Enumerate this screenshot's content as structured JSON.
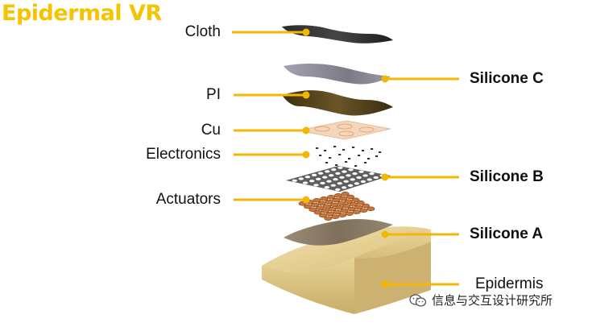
{
  "title": "Epidermal VR",
  "labels_left": {
    "cloth": "Cloth",
    "pi": "PI",
    "cu": "Cu",
    "electronics": "Electronics",
    "actuators": "Actuators"
  },
  "labels_right": {
    "silicone_c": "Silicone C",
    "silicone_b": "Silicone B",
    "silicone_a": "Silicone A",
    "epidermis": "Epidermis"
  },
  "watermark": {
    "text": "信息与交互设计研究所",
    "icon": "wechat-icon"
  },
  "colors": {
    "accent": "#F5C400",
    "leader": "#F2B705",
    "cloth": "#2b2b2b",
    "silicone_c": "#8a8a98",
    "pi": "#4a3a18",
    "cu": "#f3c9a6",
    "silicone_b": "#6e6e6e",
    "actuator": "#c8763b",
    "silicone_a": "#8a7b66",
    "epidermis": "#e7d49b"
  }
}
